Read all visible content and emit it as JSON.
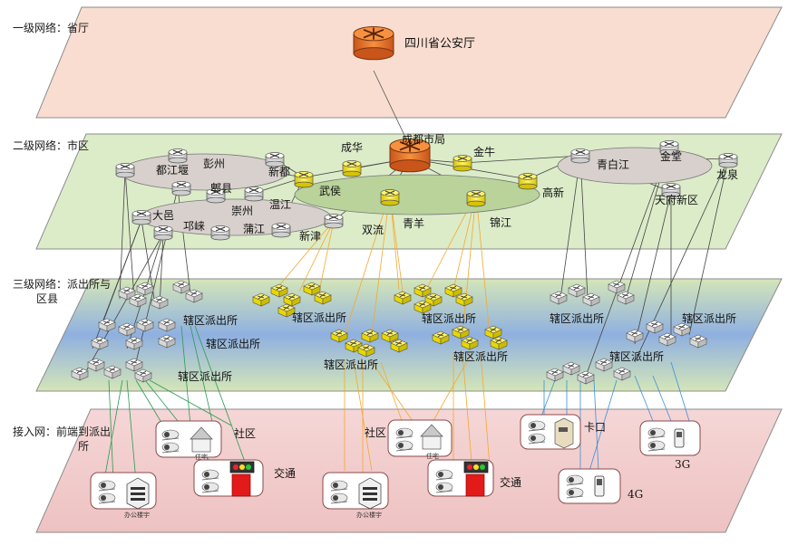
{
  "layers": [
    {
      "label": "一级网络：省厅"
    },
    {
      "label": "二级网络：市区"
    },
    {
      "label": "三级网络：派出所与",
      "label2": "区县"
    },
    {
      "label": "接入网：前端到派出",
      "label2": "所"
    }
  ],
  "province": {
    "name": "四川省公安厅"
  },
  "city_hub": {
    "name": "成都市局"
  },
  "left_cluster": [
    "都江堰",
    "彭州",
    "新都",
    "郫县",
    "崇州",
    "温江",
    "大邑",
    "邛崃",
    "蒲江",
    "新津"
  ],
  "center_cluster": [
    "成华",
    "金牛",
    "武侯",
    "高新",
    "双流",
    "青羊",
    "锦江"
  ],
  "right_cluster": [
    "青白江",
    "金堂",
    "天府新区",
    "龙泉"
  ],
  "station_label": "辖区派出所",
  "access": {
    "community": "社区",
    "traffic": "交通",
    "office": "办公楼宇",
    "housing": "住宅",
    "checkpoint": "卡口",
    "g3": "3G",
    "g4": "4G"
  },
  "colors": {
    "layer1": "#f9ddd0",
    "layer2": "#dcecc9",
    "layer3_top": "#d4e6b8",
    "layer3_mid": "#8fb0e0",
    "layer4": "#f2cccc",
    "router_orange": "#f07a2a",
    "router_yellow": "#f5e619",
    "line_green": "#2a9a55",
    "line_orange": "#f3a82e",
    "line_blue": "#3b8fd6",
    "line_gray": "#444444"
  }
}
